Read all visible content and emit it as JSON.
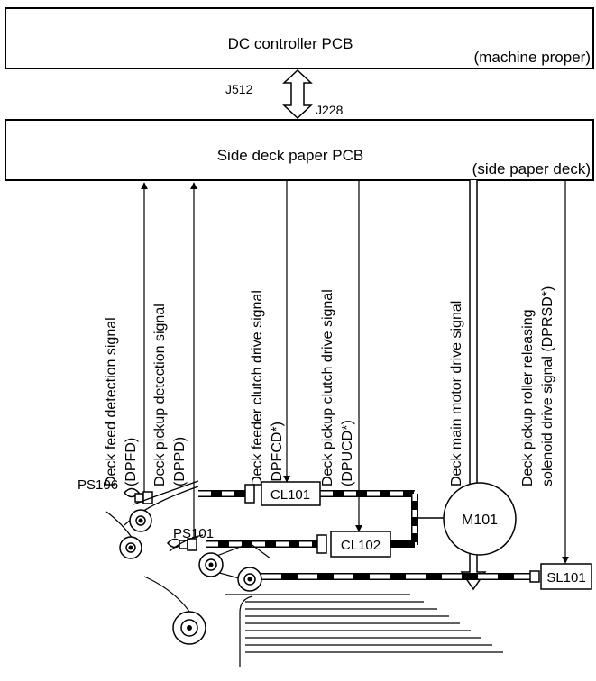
{
  "pcb_top": {
    "label": "DC controller PCB",
    "location": "(machine proper)"
  },
  "pcb_bottom": {
    "label": "Side deck paper PCB",
    "location": "(side paper deck)"
  },
  "connectors": {
    "upper": "J512",
    "lower": "J228"
  },
  "signals": [
    {
      "lines": [
        "Deck feed detection signal",
        "(DPFD)"
      ]
    },
    {
      "lines": [
        "Deck pickup detection signal",
        "(DPPD)"
      ]
    },
    {
      "lines": [
        "Deck feeder clutch drive signal",
        "(DPFCD*)"
      ]
    },
    {
      "lines": [
        "Deck pickup clutch drive signal",
        "(DPUCD*)"
      ]
    },
    {
      "lines": [
        "Deck main motor drive signal"
      ]
    },
    {
      "lines": [
        "Deck pickup roller releasing",
        "solenoid drive signal (DPRSD*)"
      ]
    }
  ],
  "components": {
    "ps106": "PS106",
    "ps101": "PS101",
    "cl101": "CL101",
    "cl102": "CL102",
    "m101": "M101",
    "sl101": "SL101"
  }
}
